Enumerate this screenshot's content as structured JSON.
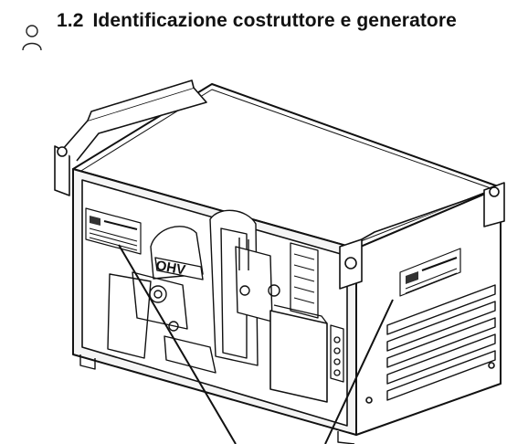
{
  "section": {
    "number": "1.2",
    "title": "Identificazione costruttore e generatore"
  },
  "figure": {
    "engine_label": "OHV"
  },
  "icons": {
    "person": "person-icon"
  }
}
